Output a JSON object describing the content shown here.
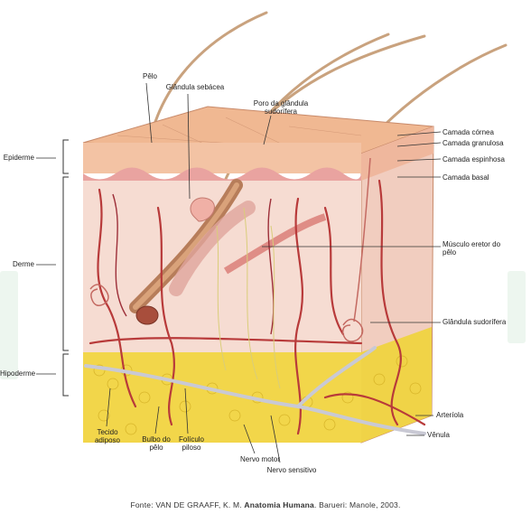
{
  "labels": {
    "pelo": "Pêlo",
    "glandula_sebacea": "Glândula sebácea",
    "poro": "Poro da glândula sudorífera",
    "camada_cornea": "Camada córnea",
    "camada_granulosa": "Camada granulosa",
    "camada_espinhosa": "Camada espinhosa",
    "camada_basal": "Camada basal",
    "epiderme": "Epiderme",
    "derme": "Derme",
    "hipoderme": "Hipoderme",
    "musculo_eretor": "Músculo eretor do pêlo",
    "glandula_sudorifera": "Glândula sudorífera",
    "arteriola": "Arteríola",
    "venula": "Vênula",
    "tecido_adiposo": "Tecido adiposo",
    "bulbo": "Bulbo do pêlo",
    "foliculo": "Folículo piloso",
    "nervo_motor": "Nervo motor",
    "nervo_sensitivo": "Nervo sensitivo"
  },
  "caption": {
    "prefix": "Fonte: VAN DE GRAAFF, K. M. ",
    "title": "Anatomia Humana",
    "suffix": ". Barueri: Manole, 2003."
  },
  "colors": {
    "epidermis": "#f3c7a8",
    "dermis": "#f4d8cf",
    "fat": "#f2d64a",
    "vessel_red": "#b83a3a",
    "nerve": "#c9c9d4",
    "hair": "#c9a27e"
  }
}
